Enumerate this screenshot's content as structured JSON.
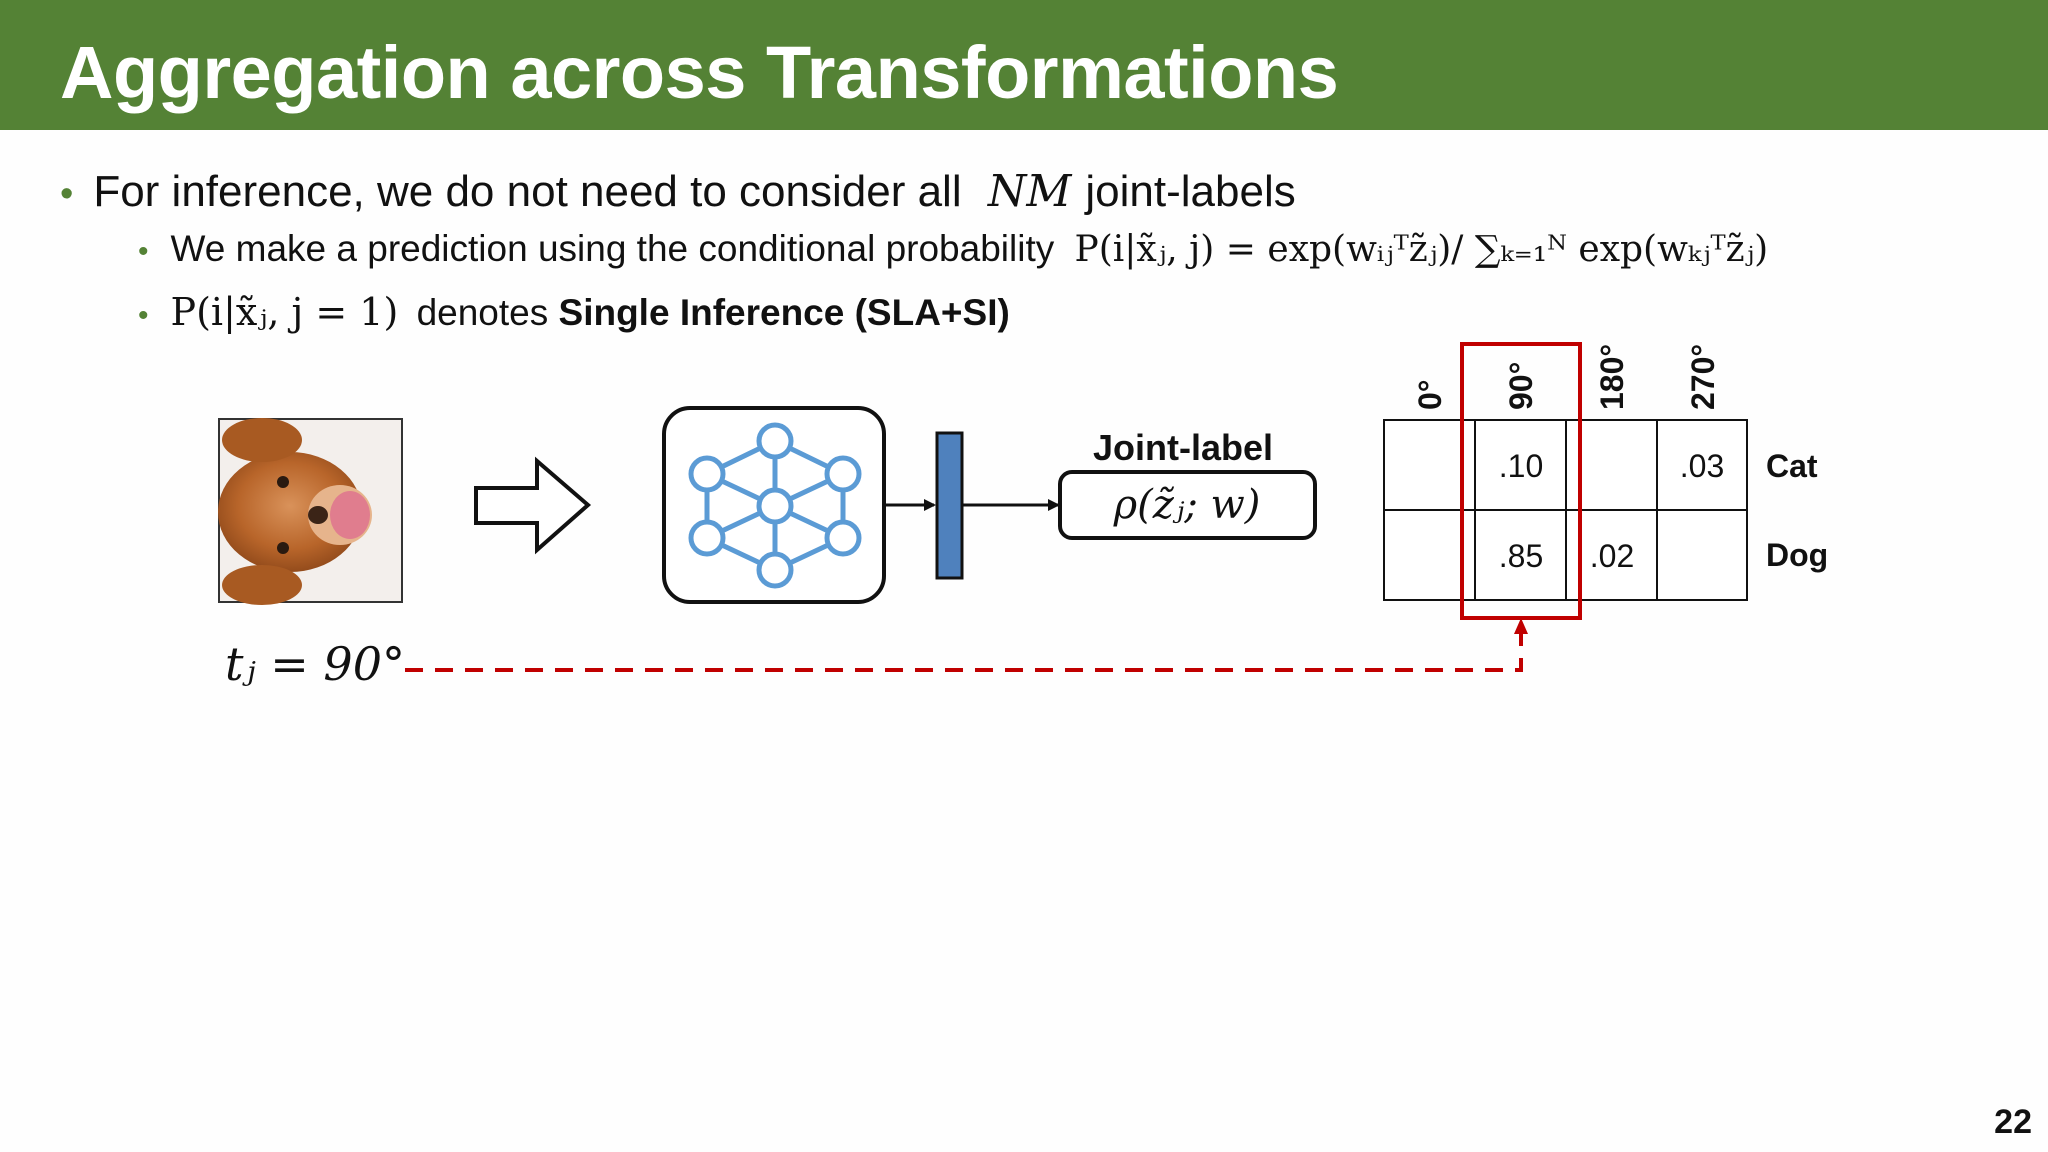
{
  "slide": {
    "title": "Aggregation across Transformations",
    "page_number": "22"
  },
  "bullets": {
    "b1_text": "For inference, we do not need to consider all",
    "b1_math": "NM",
    "b1_tail": "joint-labels",
    "b2_text": "We make a prediction using the conditional probability",
    "b2_math": "P(i|x̃ⱼ, j) = exp(wᵢⱼᵀz̃ⱼ)/ ∑ₖ₌₁ᴺ exp(wₖⱼᵀz̃ⱼ)",
    "b3_math": "P(i|x̃ⱼ, j = 1)",
    "b3_text": "denotes",
    "b3_bold": "Single Inference (SLA+SI)"
  },
  "diagram": {
    "joint_label_title": "Joint-label",
    "joint_label_formula": "ρ(z̃ⱼ; w)",
    "transform_label": "tⱼ = 90°",
    "column_headers": [
      "0°",
      "90°",
      "180°",
      "270°"
    ],
    "row_labels": [
      "Cat",
      "Dog"
    ],
    "cells": [
      [
        "",
        ".10",
        "",
        ".03"
      ],
      [
        "",
        ".85",
        ".02",
        ""
      ]
    ],
    "highlight_color": "#c00000",
    "network_color": "#5b9bd5",
    "image_subject": "dog-photo"
  }
}
